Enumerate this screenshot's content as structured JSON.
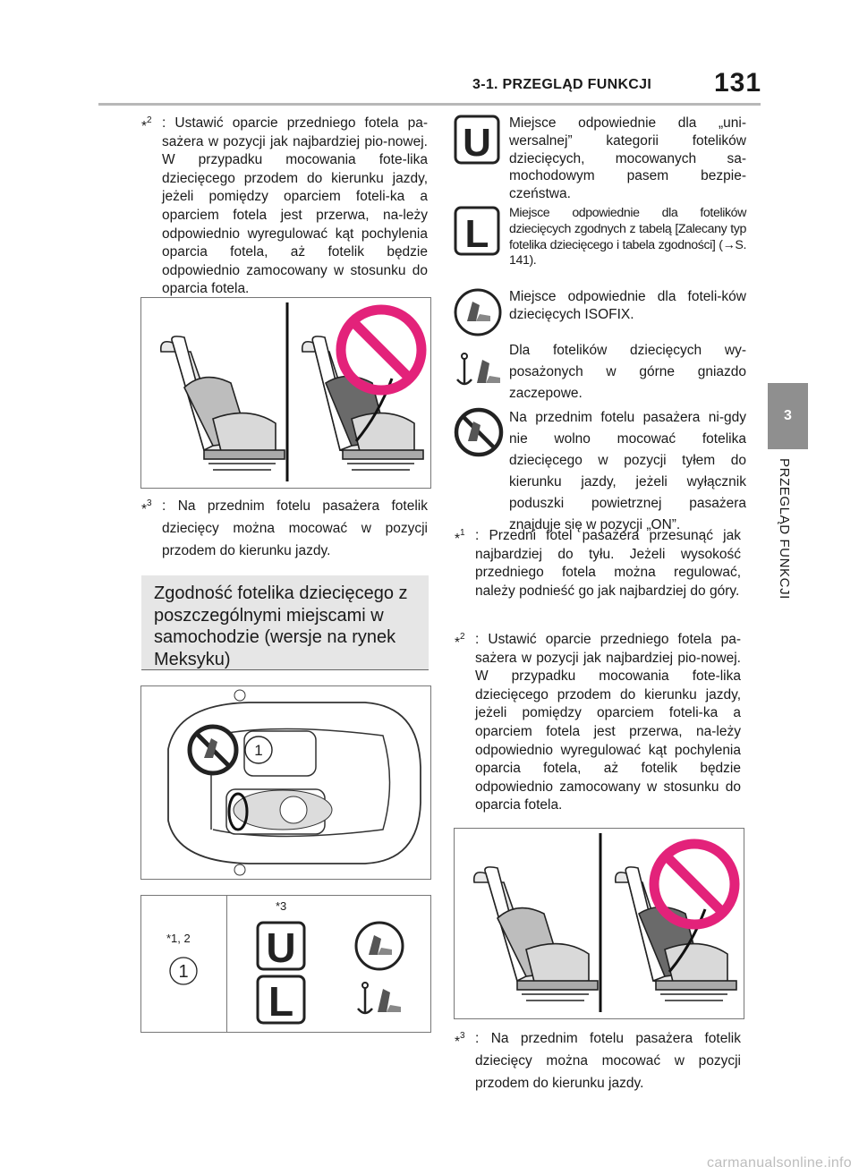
{
  "header": {
    "section_title": "3-1. PRZEGLĄD FUNKCJI",
    "page_number": "131",
    "tab_number": "3",
    "side_label": "PRZEGLĄD FUNKCJI"
  },
  "left": {
    "note2": {
      "mark": "*",
      "sup": "2",
      "text": ": Ustawić oparcie przedniego fotela pa-sażera w pozycji jak najbardziej pio-nowej. W przypadku mocowania fote-lika dziecięcego przodem do kierunku jazdy, jeżeli pomiędzy oparciem foteli-ka a oparciem fotela jest przerwa, na-leży odpowiednio wyregulować kąt pochylenia oparcia fotela, aż fotelik będzie odpowiednio zamocowany w stosunku do oparcia fotela."
    },
    "note3": {
      "mark": "*",
      "sup": "3",
      "text": ": Na przednim fotelu pasażera fotelik dziecięcy można mocować w pozycji przodem do kierunku jazdy."
    },
    "heading": "Zgodność fotelika dziecięcego z poszczególnymi miejscami w samochodzie (wersje na rynek Meksyku)",
    "diagram_label": "1",
    "table": {
      "header_seat": "*1, 2",
      "header_position": "*3",
      "row_label": "1",
      "cells": [
        "U",
        "L"
      ]
    }
  },
  "right": {
    "icons": [
      {
        "icon": "U",
        "text": "Miejsce odpowiednie dla „uni-wersalnej” kategorii fotelików dziecięcych, mocowanych sa-mochodowym pasem bezpie-czeństwa."
      },
      {
        "icon": "L",
        "text": "Miejsce odpowiednie dla fotelików dziecięcych zgodnych z tabelą [Zalecany typ fotelika dziecięcego i tabela zgodności] (→S. 141)."
      },
      {
        "icon": "isofix",
        "text": "Miejsce odpowiednie dla foteli-ków dziecięcych ISOFIX."
      },
      {
        "icon": "top-tether",
        "text": "Dla fotelików dziecięcych wy-posażonych w górne gniazdo zaczepowe."
      },
      {
        "icon": "prohibited-isofix",
        "text": "Na przednim fotelu pasażera ni-gdy nie wolno mocować fotelika dziecięcego w pozycji tyłem do kierunku jazdy, jeżeli wyłącznik poduszki powietrznej pasażera znajduje się w pozycji „ON”."
      }
    ],
    "note1": {
      "mark": "*",
      "sup": "1",
      "text": ": Przedni fotel pasażera przesunąć jak najbardziej do tyłu. Jeżeli wysokość przedniego fotela można regulować, należy podnieść go jak najbardziej do góry."
    },
    "note2": {
      "mark": "*",
      "sup": "2",
      "text": ": Ustawić oparcie przedniego fotela pa-sażera w pozycji jak najbardziej pio-nowej. W przypadku mocowania fote-lika dziecięcego przodem do kierunku jazdy, jeżeli pomiędzy oparciem foteli-ka a oparciem fotela jest przerwa, na-leży odpowiednio wyregulować kąt pochylenia oparcia fotela, aż fotelik będzie odpowiednio zamocowany w stosunku do oparcia fotela."
    },
    "note3": {
      "mark": "*",
      "sup": "3",
      "text": ": Na przednim fotelu pasażera fotelik dziecięcy można mocować w pozycji przodem do kierunku jazdy."
    }
  },
  "footer": {
    "watermark": "carmanualsonline.info"
  },
  "colors": {
    "prohibition": "#e3227a",
    "tab_gray": "#8f8f8f",
    "heading_bg": "#e6e6e6"
  }
}
